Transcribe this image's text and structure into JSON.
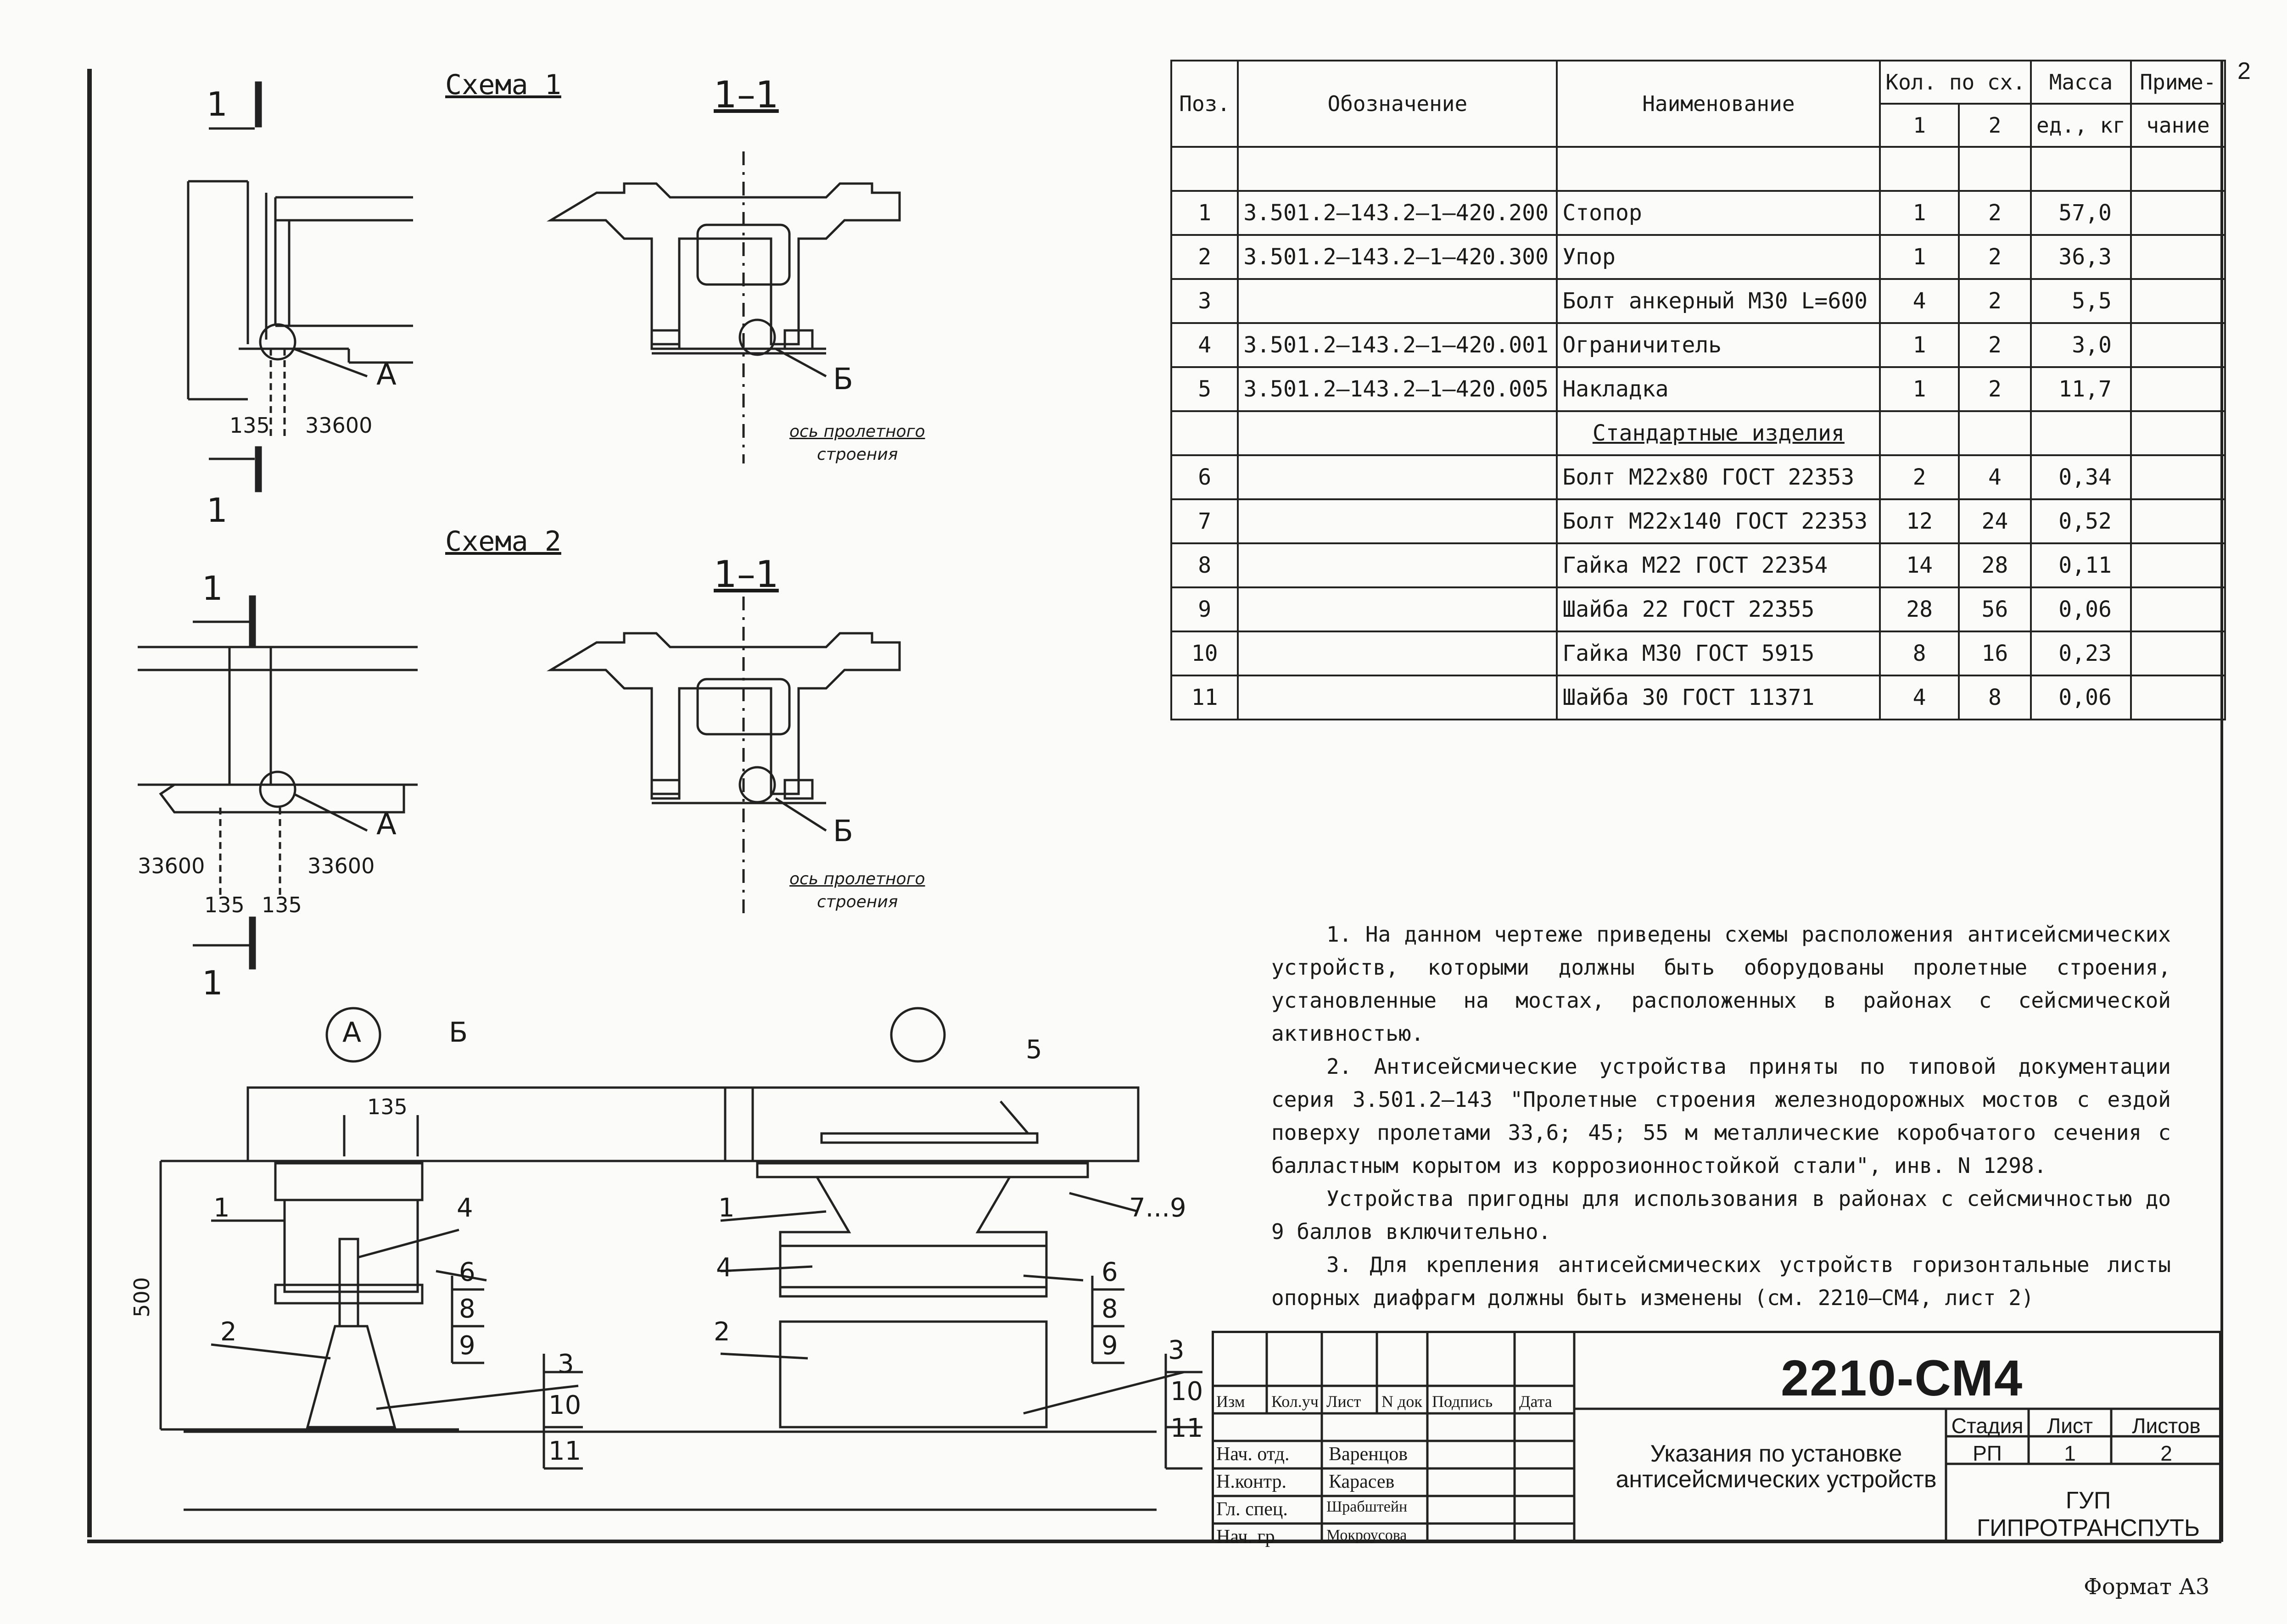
{
  "sheet_number": "2",
  "schemes": {
    "scheme1_title": "Схема 1",
    "scheme2_title": "Схема 2",
    "section_label": "1–1",
    "cut_mark": "1",
    "node_a": "А",
    "node_b": "Б",
    "axis_label_1": "ось пролетного",
    "axis_label_2": "строения",
    "dim_135": "135",
    "dim_33600": "33600",
    "dim_500": "500"
  },
  "details": {
    "a_callouts": [
      "1",
      "2",
      "3",
      "4",
      "6",
      "8",
      "9",
      "10",
      "11"
    ],
    "b_callouts": [
      "1",
      "2",
      "3",
      "4",
      "5",
      "6",
      "7...9",
      "8",
      "9",
      "10",
      "11"
    ]
  },
  "spec_table": {
    "headers": {
      "pos": "Поз.",
      "designation": "Обозначение",
      "name": "Наименование",
      "qty": "Кол. по сх.",
      "qty1": "1",
      "qty2": "2",
      "mass": "Масса",
      "mass_unit": "ед., кг",
      "note1": "Приме-",
      "note2": "чание"
    },
    "rows": [
      {
        "pos": "1",
        "des": "3.501.2–143.2–1–420.200",
        "name": "Стопор",
        "q1": "1",
        "q2": "2",
        "mass": "57,0"
      },
      {
        "pos": "2",
        "des": "3.501.2–143.2–1–420.300",
        "name": "Упор",
        "q1": "1",
        "q2": "2",
        "mass": "36,3"
      },
      {
        "pos": "3",
        "des": "",
        "name": "Болт анкерный М30 L=600",
        "q1": "4",
        "q2": "2",
        "mass": "5,5"
      },
      {
        "pos": "4",
        "des": "3.501.2–143.2–1–420.001",
        "name": "Ограничитель",
        "q1": "1",
        "q2": "2",
        "mass": "3,0"
      },
      {
        "pos": "5",
        "des": "3.501.2–143.2–1–420.005",
        "name": "Накладка",
        "q1": "1",
        "q2": "2",
        "mass": "11,7"
      }
    ],
    "section_title": "Стандартные изделия",
    "std_rows": [
      {
        "pos": "6",
        "name": "Болт М22х80 ГОСТ 22353",
        "q1": "2",
        "q2": "4",
        "mass": "0,34"
      },
      {
        "pos": "7",
        "name": "Болт М22х140 ГОСТ 22353",
        "q1": "12",
        "q2": "24",
        "mass": "0,52"
      },
      {
        "pos": "8",
        "name": "Гайка М22 ГОСТ 22354",
        "q1": "14",
        "q2": "28",
        "mass": "0,11"
      },
      {
        "pos": "9",
        "name": "Шайба 22 ГОСТ 22355",
        "q1": "28",
        "q2": "56",
        "mass": "0,06"
      },
      {
        "pos": "10",
        "name": "Гайка М30 ГОСТ 5915",
        "q1": "8",
        "q2": "16",
        "mass": "0,23"
      },
      {
        "pos": "11",
        "name": "Шайба 30 ГОСТ 11371",
        "q1": "4",
        "q2": "8",
        "mass": "0,06"
      }
    ]
  },
  "notes": [
    "1. На данном чертеже приведены схемы расположения антисейсмических устройств, которыми должны быть оборудованы пролетные строения, установленные на мостах, расположенных в районах с сейсмической активностью.",
    "2. Антисейсмические устройства приняты по типовой документации серия 3.501.2–143 \"Пролетные строения железнодорожных мостов с ездой поверху пролетами 33,6; 45; 55 м металлические коробчатого сечения с балластным корытом из коррозионностойкой стали\", инв. N 1298.",
    "Устройства пригодны для использования в районах с сейсмичностью до 9 баллов включительно.",
    "3. Для крепления антисейсмических устройств горизонтальные листы опорных диафрагм должны быть изменены (см. 2210–СМ4, лист 2)"
  ],
  "title_block": {
    "code": "2210-СМ4",
    "col_headers": [
      "Изм",
      "Кол.уч",
      "Лист",
      "N док",
      "Подпись",
      "Дата"
    ],
    "roles": [
      "Нач. отд.",
      "Н.контр.",
      "Гл. спец.",
      "Нач. гр"
    ],
    "names": [
      "Варенцов",
      "Карасев",
      "Шрабштейн",
      "Мокроусова"
    ],
    "title": "Указания по установке антисейсмических устройств",
    "stage_label": "Стадия",
    "sheet_label": "Лист",
    "sheets_label": "Листов",
    "stage": "РП",
    "sheet": "1",
    "sheets": "2",
    "organization": "ГУП ГИПРОТРАНСПУТЬ"
  },
  "format": "Формат А3"
}
